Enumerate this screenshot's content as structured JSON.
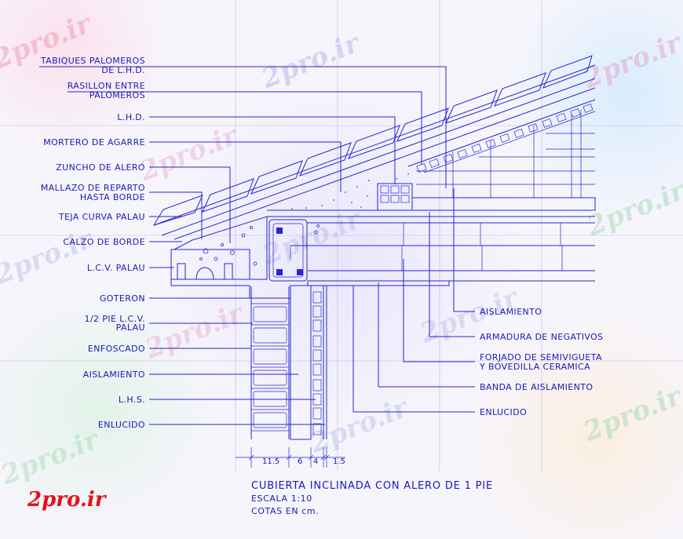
{
  "labels_left": [
    "TABIQUES PALOMEROS\nDE L.H.D.",
    "RASILLON ENTRE\nPALOMEROS",
    "L.H.D.",
    "MORTERO DE AGARRE",
    "ZUNCHO DE ALERO",
    "MALLAZO DE REPARTO\nHASTA BORDE",
    "TEJA CURVA PALAU",
    "CALZO DE BORDE",
    "L.C.V. PALAU",
    "GOTERON",
    "1/2 PIE L.C.V.\nPALAU",
    "ENFOSCADO",
    "AISLAMIENTO",
    "L.H.S.",
    "ENLUCIDO"
  ],
  "labels_right": [
    "AISLAMIENTO",
    "ARMADURA DE NEGATIVOS",
    "FORJADO DE SEMIVIGUETA\nY BOVEDILLA CERAMICA",
    "BANDA DE AISLAMIENTO",
    "ENLUCIDO"
  ],
  "dimensions": [
    "11.5",
    "6",
    "4",
    "1.5"
  ],
  "title": "CUBIERTA INCLINADA CON ALERO DE 1 PIE",
  "scale": "ESCALA 1:10",
  "units_note": "COTAS EN cm.",
  "watermark_text": "2pro.ir",
  "logo_text": "2pro.ir",
  "colors": {
    "ink": "#2626d0",
    "text": "#1a1ab8",
    "logo": "#e8101a"
  }
}
